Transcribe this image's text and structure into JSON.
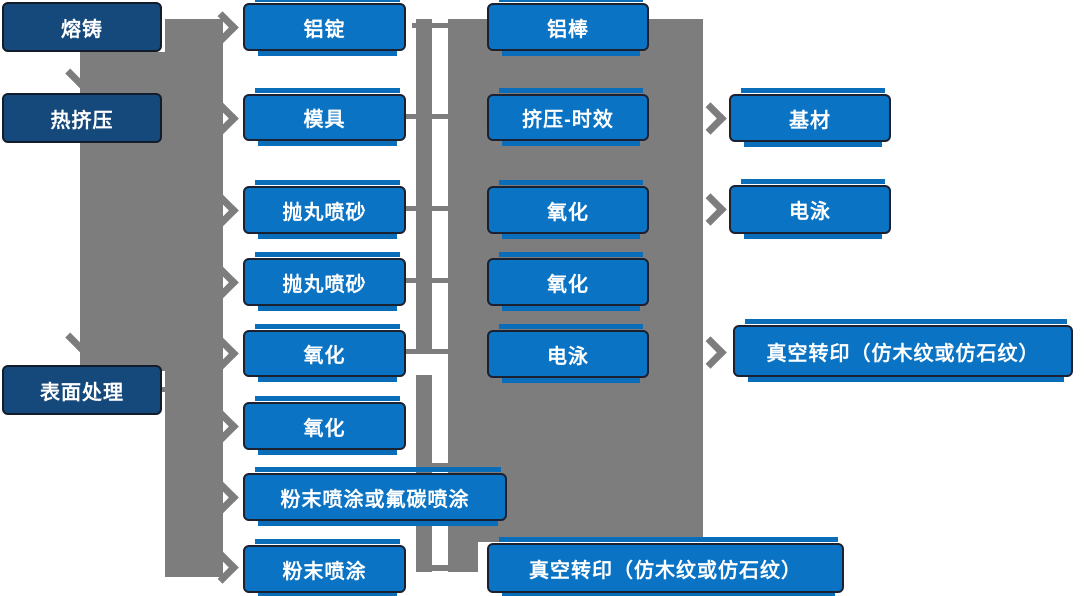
{
  "diagram_title": "",
  "stage": [
    "熔铸",
    "热挤压",
    "表面处理"
  ],
  "process_a": [
    "铝锭",
    "模具",
    "抛丸喷砂",
    "抛丸喷砂",
    "氧化",
    "氧化",
    "粉末喷涂或氟碳喷涂",
    "粉末喷涂"
  ],
  "process_b": [
    "铝棒",
    "挤压-时效",
    "氧化",
    "氧化",
    "电泳",
    "真空转印（仿木纹或仿石纹）"
  ],
  "output": [
    "基材",
    "电泳",
    "真空转印（仿木纹或仿石纹）"
  ],
  "colors": {
    "stage_fill": "#16497b",
    "process_fill": "#0b73c4",
    "box_border": "#1b2130",
    "connector_gray": "#7d7d7d",
    "text": "#ffffff"
  }
}
